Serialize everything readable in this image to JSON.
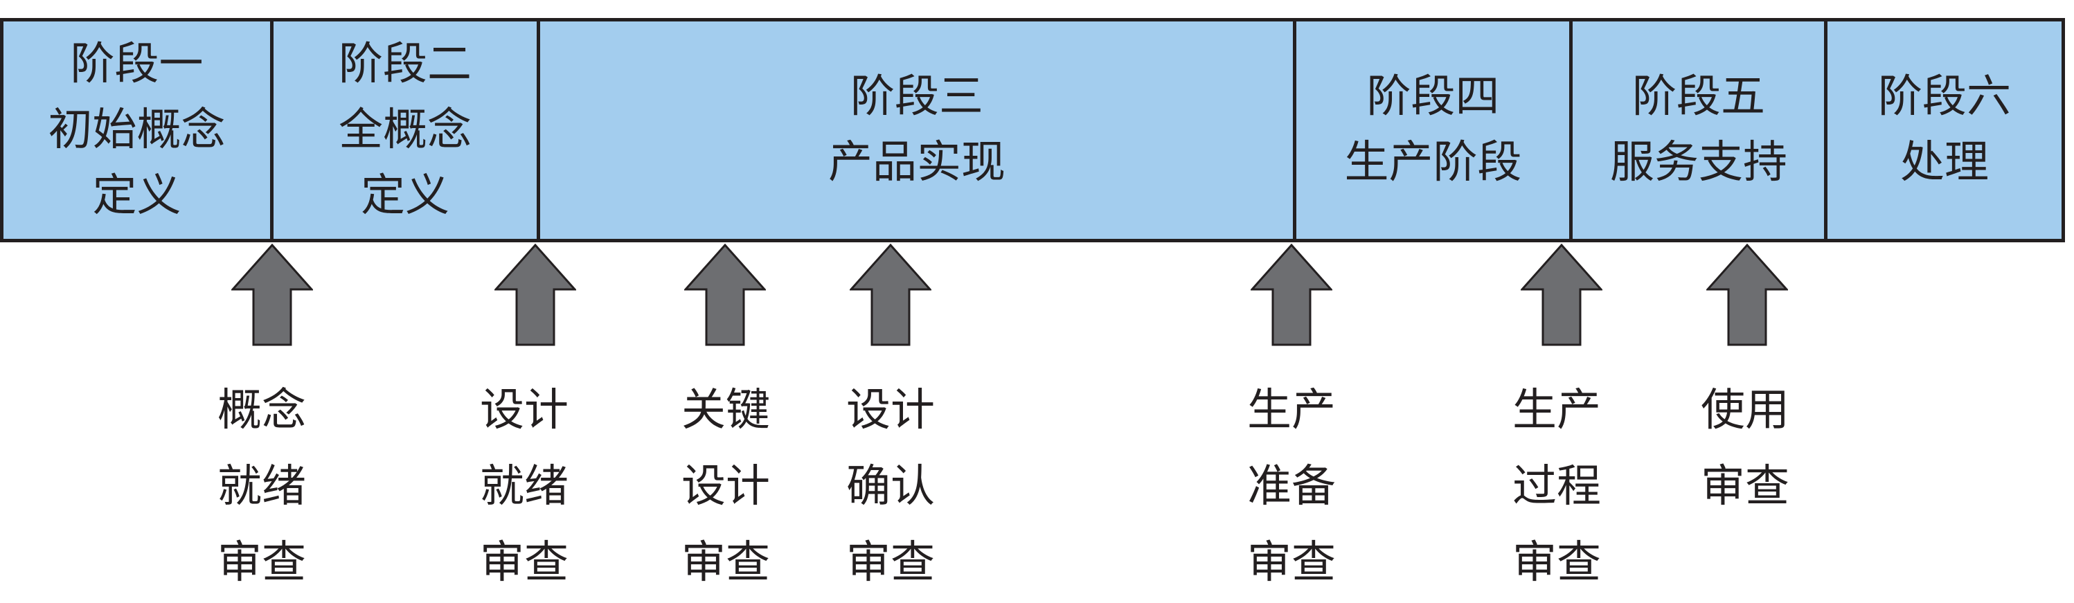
{
  "stages": [
    {
      "label": "阶段一\n初始概念\n定义"
    },
    {
      "label": "阶段二\n全概念\n定义"
    },
    {
      "label": "阶段三\n产品实现"
    },
    {
      "label": "阶段四\n生产阶段"
    },
    {
      "label": "阶段五\n服务支持"
    },
    {
      "label": "阶段六\n处理"
    }
  ],
  "reviews": [
    {
      "label": "概念\n就绪\n审查"
    },
    {
      "label": "设计\n就绪\n审查"
    },
    {
      "label": "关键\n设计\n审查"
    },
    {
      "label": "设计\n确认\n审查"
    },
    {
      "label": "生产\n准备\n审查"
    },
    {
      "label": "生产\n过程\n审查"
    },
    {
      "label": "使用\n审查"
    }
  ],
  "colors": {
    "stage_fill": "#a3cdee",
    "border": "#231f20",
    "arrow_fill": "#6d6e71"
  }
}
